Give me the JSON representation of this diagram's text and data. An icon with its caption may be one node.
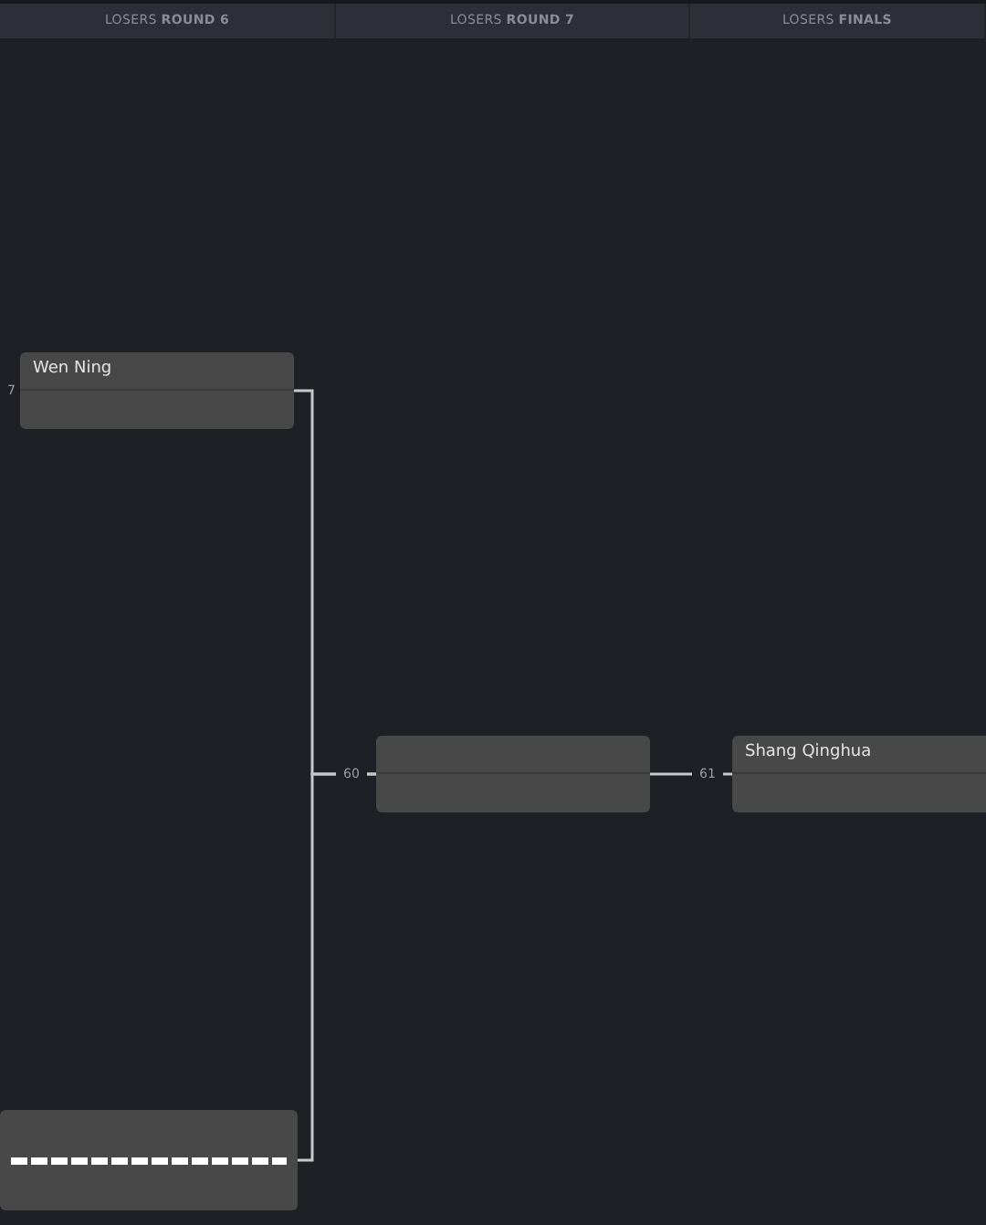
{
  "diagram": {
    "nodes": [
      {
        "text": [
          "Wen Ning"
        ],
        "beside": [
          "7"
        ]
      },
      {
        "text": [],
        "shape": "box"
      },
      {
        "text": [],
        "shape": "box",
        "beside": [
          "60"
        ]
      },
      {
        "text": [
          "Shang Qinghua"
        ],
        "beside": [
          "61"
        ]
      }
    ],
    "edges": [
      {
        "from": 0,
        "to": 2,
        "arrow": "none"
      },
      {
        "from": 1,
        "to": 2,
        "arrow": "none"
      },
      {
        "from": 2,
        "to": 3,
        "arrow": "none"
      }
    ],
    "labels": [
      "LOSERS **ROUND 6**",
      "LOSERS **ROUND 7**",
      "LOSERS **FINALS**"
    ]
  }
}
